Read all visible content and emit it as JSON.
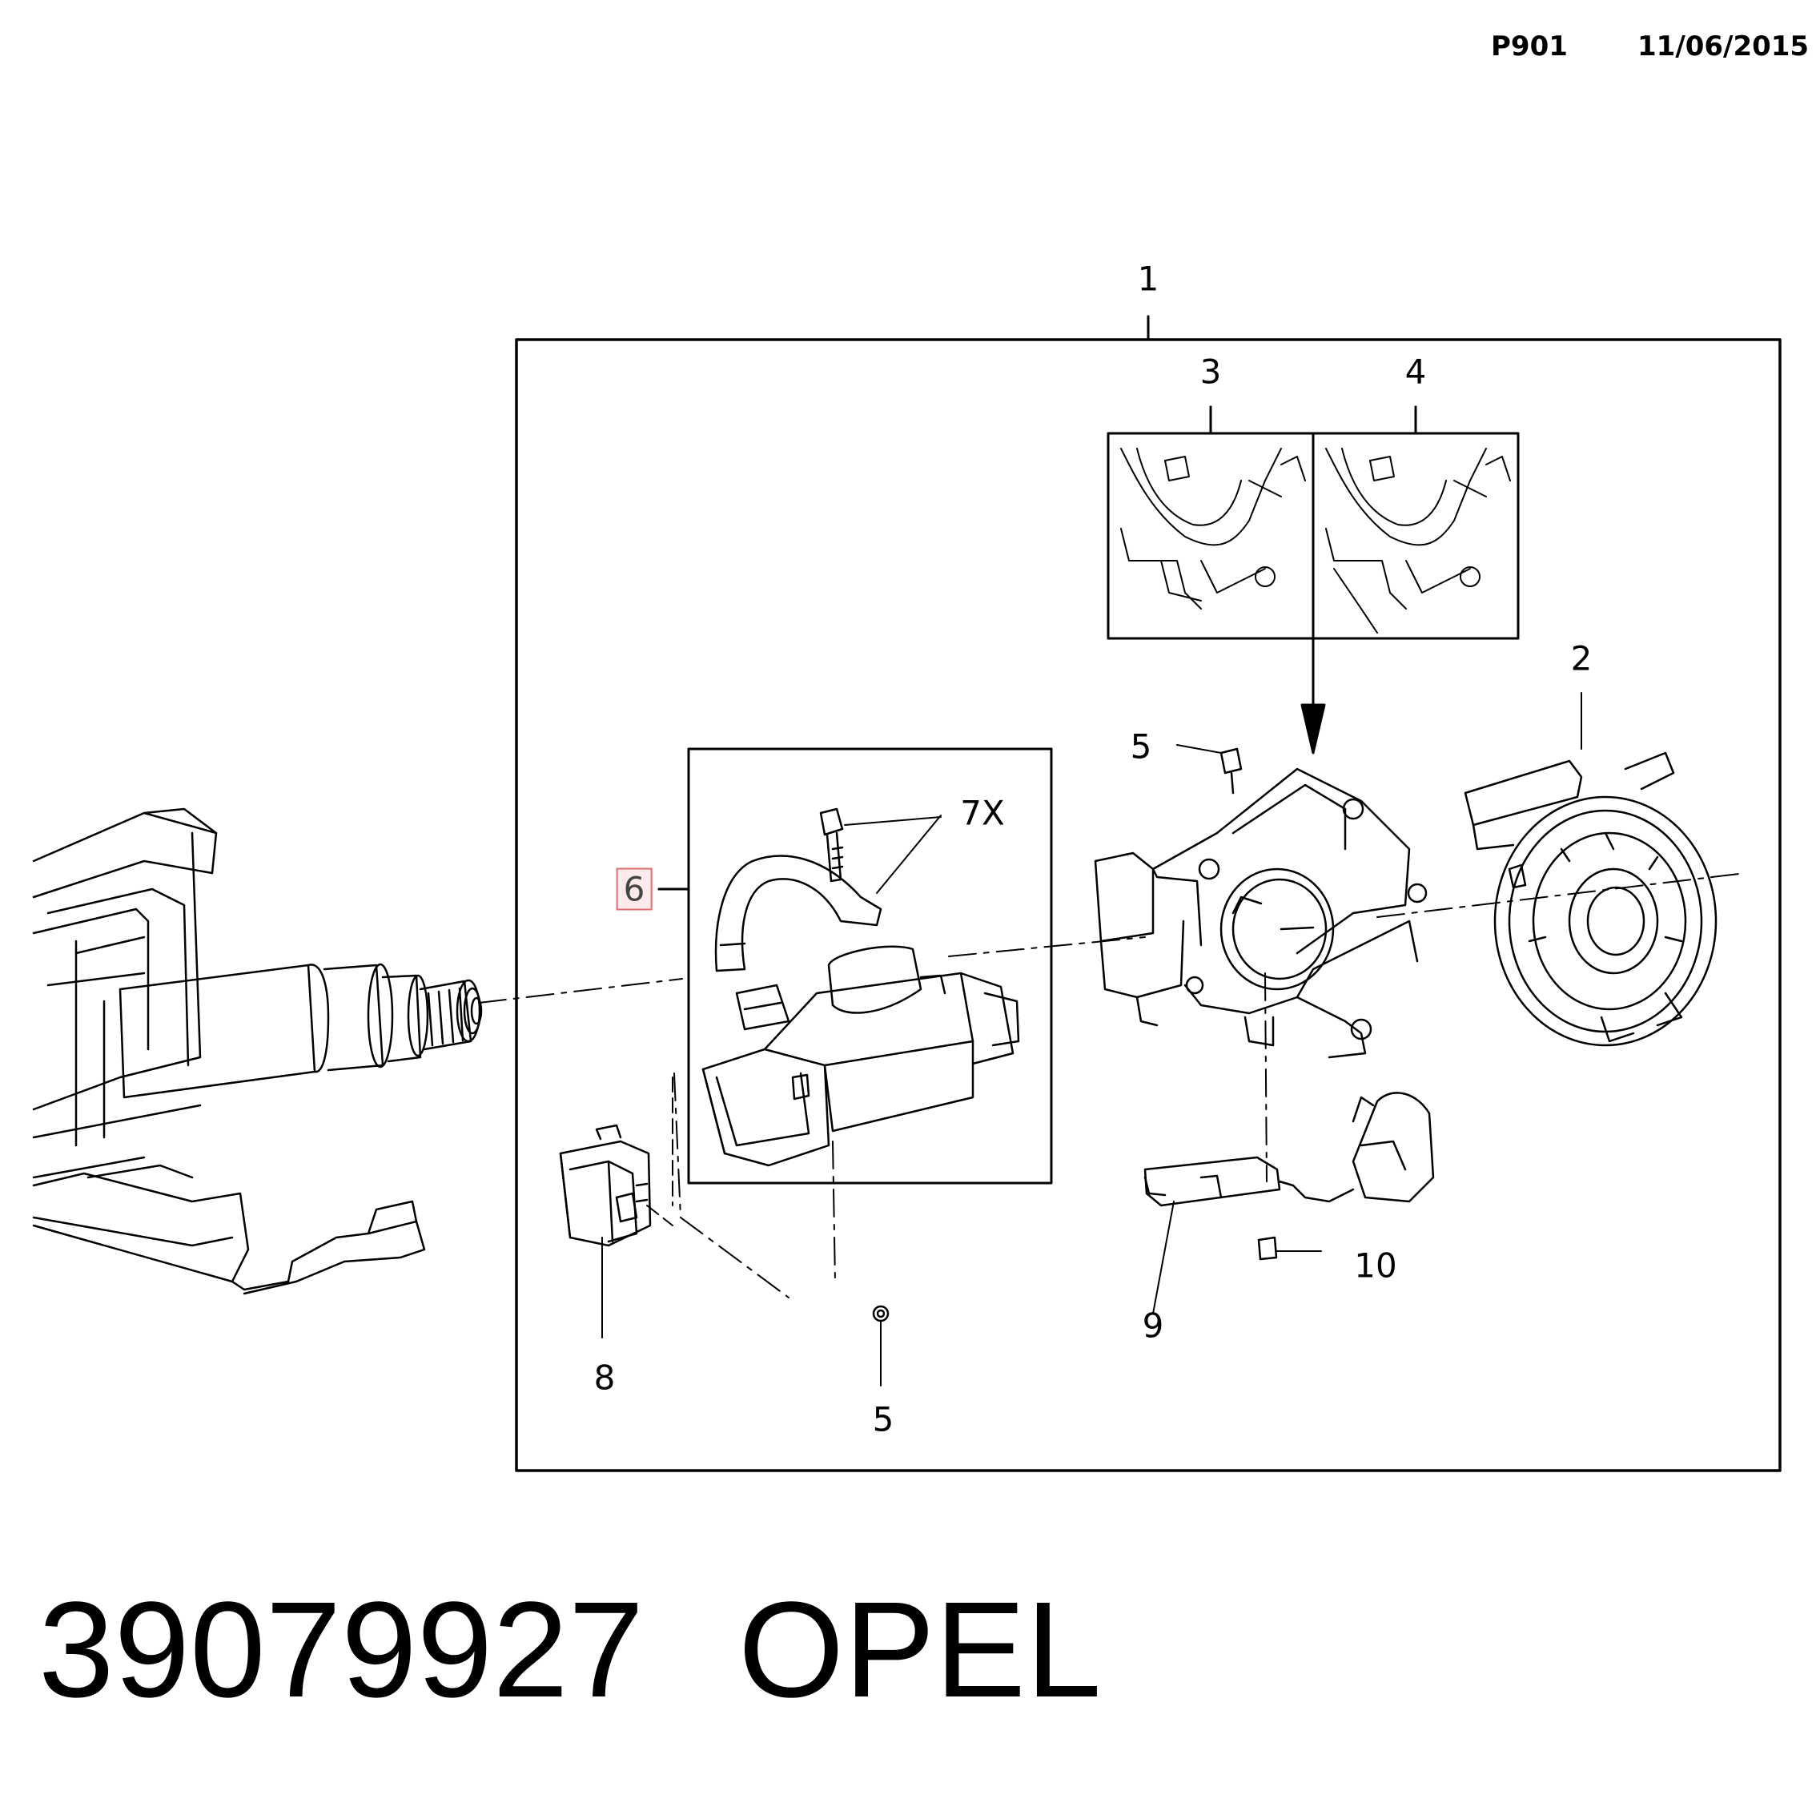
{
  "header": {
    "page_code": "P901",
    "date": "11/06/2015"
  },
  "callouts": {
    "c1": "1",
    "c2": "2",
    "c3": "3",
    "c4": "4",
    "c5_top": "5",
    "c5_bottom": "5",
    "c6": "6",
    "c7": "7X",
    "c8": "8",
    "c9": "9",
    "c10": "10"
  },
  "footer": {
    "part_number": "39079927",
    "brand": "OPEL"
  },
  "colors": {
    "line": "#000000",
    "highlight_border": "#e07070",
    "highlight_fill": "#fdeaea"
  }
}
